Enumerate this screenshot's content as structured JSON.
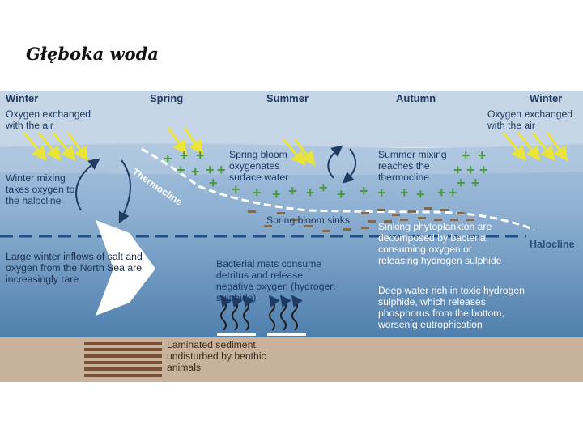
{
  "slide": {
    "title": "Głęboka woda"
  },
  "diagram": {
    "seasons": [
      "Winter",
      "Spring",
      "Summer",
      "Autumn",
      "Winter"
    ],
    "labels": {
      "oxygen_left": "Oxygen exchanged with the air",
      "oxygen_right": "Oxygen exchanged with the air",
      "winter_mixing": "Winter mixing takes oxygen to the halocline",
      "thermocline": "Thermocline",
      "spring_bloom": "Spring bloom oxygenates surface water",
      "summer_mixing": "Summer mixing reaches the thermocline",
      "spring_sinks": "Spring bloom sinks",
      "sinking_phyto": "Sinking phytoplankton are decomposed by bacteria, consuming oxygen or releasing hydrogen sulphide",
      "halocline": "Halocline",
      "inflows": "Large winter inflows of salt and oxygen from the North Sea are increasingly rare",
      "bacterial_mats": "Bacterial mats consume detritus and release negative oxygen (hydrogen sulphide)",
      "deep_water": "Deep water rich in toxic hydrogen sulphide, which releases phosphorus from the bottom, worsenig eutrophication",
      "sediment": "Laminated sediment, undisturbed by benthic animals"
    },
    "colors": {
      "sky": "#c3d3e4",
      "surface_water": "#9db9d6",
      "deep_water": "#5b8ab5",
      "sediment": "#c7b09a",
      "oxygen_arrow": "#e8e23a",
      "plus_sign": "#4a9a3c",
      "minus_sign": "#7b6a55",
      "dashed_line": "#1f4f84"
    }
  }
}
